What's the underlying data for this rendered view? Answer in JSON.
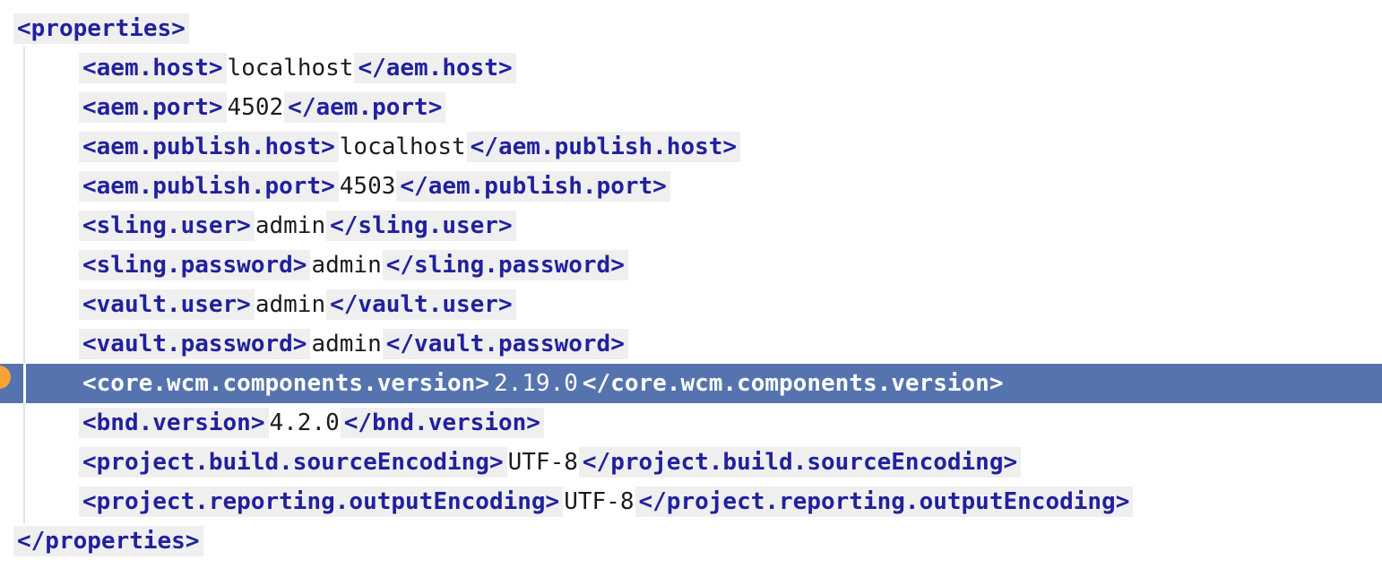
{
  "colors": {
    "page_background": "#FFFFFF",
    "tag_text": "#21219E",
    "value_text": "#1B1B1B",
    "token_background": "#EFEFEF",
    "highlight_row_background": "#5574AF",
    "highlight_row_text": "#FFFFFF",
    "indent_guide": "#E3E3E3",
    "click_indicator": "#F7A233"
  },
  "code_block": {
    "language": "xml",
    "highlighted_line_number": 10,
    "annotation": {
      "click_indicator_icon": "orange-dot"
    },
    "lines": [
      {
        "number": 1,
        "indent": 0,
        "highlighted": false,
        "segments": [
          {
            "type": "tag",
            "text": "<properties>"
          }
        ]
      },
      {
        "number": 2,
        "indent": 1,
        "highlighted": false,
        "segments": [
          {
            "type": "tag",
            "text": "<aem.host>"
          },
          {
            "type": "value",
            "text": "localhost"
          },
          {
            "type": "tag",
            "text": "</aem.host>"
          }
        ]
      },
      {
        "number": 3,
        "indent": 1,
        "highlighted": false,
        "segments": [
          {
            "type": "tag",
            "text": "<aem.port>"
          },
          {
            "type": "value",
            "text": "4502"
          },
          {
            "type": "tag",
            "text": "</aem.port>"
          }
        ]
      },
      {
        "number": 4,
        "indent": 1,
        "highlighted": false,
        "segments": [
          {
            "type": "tag",
            "text": "<aem.publish.host>"
          },
          {
            "type": "value",
            "text": "localhost"
          },
          {
            "type": "tag",
            "text": "</aem.publish.host>"
          }
        ]
      },
      {
        "number": 5,
        "indent": 1,
        "highlighted": false,
        "segments": [
          {
            "type": "tag",
            "text": "<aem.publish.port>"
          },
          {
            "type": "value",
            "text": "4503"
          },
          {
            "type": "tag",
            "text": "</aem.publish.port>"
          }
        ]
      },
      {
        "number": 6,
        "indent": 1,
        "highlighted": false,
        "segments": [
          {
            "type": "tag",
            "text": "<sling.user>"
          },
          {
            "type": "value",
            "text": "admin"
          },
          {
            "type": "tag",
            "text": "</sling.user>"
          }
        ]
      },
      {
        "number": 7,
        "indent": 1,
        "highlighted": false,
        "segments": [
          {
            "type": "tag",
            "text": "<sling.password>"
          },
          {
            "type": "value",
            "text": "admin"
          },
          {
            "type": "tag",
            "text": "</sling.password>"
          }
        ]
      },
      {
        "number": 8,
        "indent": 1,
        "highlighted": false,
        "segments": [
          {
            "type": "tag",
            "text": "<vault.user>"
          },
          {
            "type": "value",
            "text": "admin"
          },
          {
            "type": "tag",
            "text": "</vault.user>"
          }
        ]
      },
      {
        "number": 9,
        "indent": 1,
        "highlighted": false,
        "segments": [
          {
            "type": "tag",
            "text": "<vault.password>"
          },
          {
            "type": "value",
            "text": "admin"
          },
          {
            "type": "tag",
            "text": "</vault.password>"
          }
        ]
      },
      {
        "number": 10,
        "indent": 1,
        "highlighted": true,
        "segments": [
          {
            "type": "tag",
            "text": "<core.wcm.components.version>"
          },
          {
            "type": "value",
            "text": "2.19.0"
          },
          {
            "type": "tag",
            "text": "</core.wcm.components.version>"
          }
        ]
      },
      {
        "number": 11,
        "indent": 1,
        "highlighted": false,
        "segments": [
          {
            "type": "tag",
            "text": "<bnd.version>"
          },
          {
            "type": "value",
            "text": "4.2.0"
          },
          {
            "type": "tag",
            "text": "</bnd.version>"
          }
        ]
      },
      {
        "number": 12,
        "indent": 1,
        "highlighted": false,
        "segments": [
          {
            "type": "tag",
            "text": "<project.build.sourceEncoding>"
          },
          {
            "type": "value",
            "text": "UTF-8"
          },
          {
            "type": "tag",
            "text": "</project.build.sourceEncoding>"
          }
        ]
      },
      {
        "number": 13,
        "indent": 1,
        "highlighted": false,
        "segments": [
          {
            "type": "tag",
            "text": "<project.reporting.outputEncoding>"
          },
          {
            "type": "value",
            "text": "UTF-8"
          },
          {
            "type": "tag",
            "text": "</project.reporting.outputEncoding>"
          }
        ]
      },
      {
        "number": 14,
        "indent": 0,
        "highlighted": false,
        "segments": [
          {
            "type": "tag",
            "text": "</properties>"
          }
        ]
      }
    ]
  }
}
